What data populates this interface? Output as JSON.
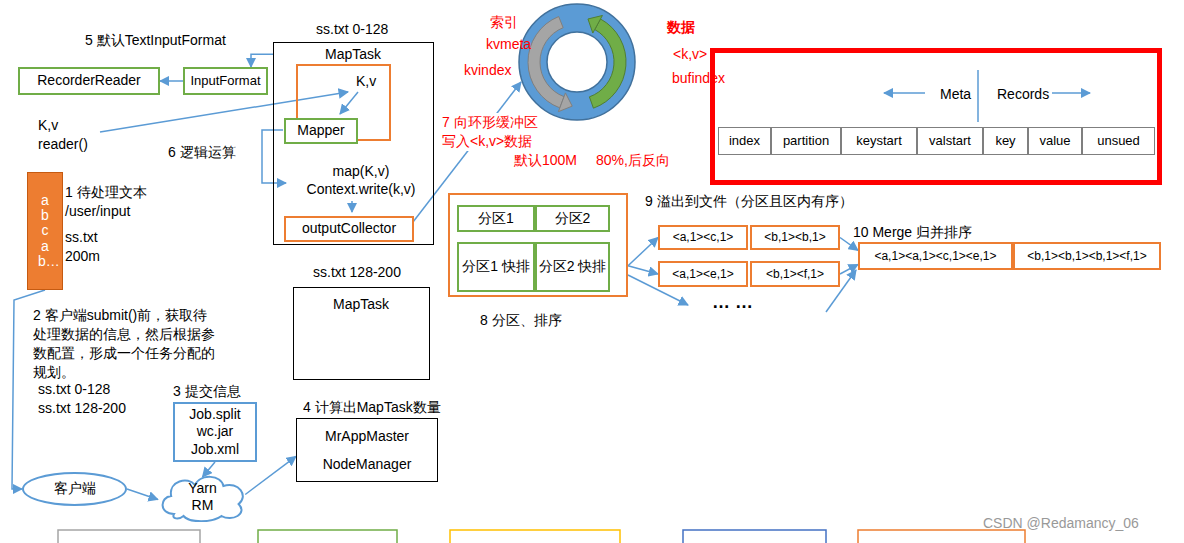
{
  "diagram": {
    "nodes": [
      {
        "text": [
          "RecorderReader"
        ]
      },
      {
        "text": [
          "InputFormat"
        ]
      },
      {
        "text": [
          "ss.txt 0-128",
          "MapTask",
          "map(K,v) Context.write(k,v)"
        ]
      },
      {
        "text": [
          "K,v"
        ],
        "in": 2
      },
      {
        "text": [
          "Mapper"
        ],
        "in": 2
      },
      {
        "text": [
          "outputCollector"
        ],
        "in": 2
      },
      {
        "text": [
          "abcab…"
        ]
      },
      {
        "text": [
          "Job.split wc.jar Job.xml"
        ]
      },
      {
        "text": [
          "ss.txt 128-200",
          "MapTask"
        ]
      },
      {
        "text": [
          "MrAppMaster NodeManager"
        ]
      },
      {
        "text": [
          "客户端"
        ]
      },
      {
        "text": [
          "Yarn RM"
        ]
      },
      {
        "text": [
          "Meta",
          "Records"
        ]
      },
      {
        "text": [
          "index"
        ],
        "in": 12
      },
      {
        "text": [
          "partition"
        ],
        "in": 12
      },
      {
        "text": [
          "keystart"
        ],
        "in": 12
      },
      {
        "text": [
          "valstart"
        ],
        "in": 12
      },
      {
        "text": [
          "key"
        ],
        "in": 12
      },
      {
        "text": [
          "value"
        ],
        "in": 12
      },
      {
        "text": [
          "unsued"
        ],
        "in": 12
      },
      {
        "text": [
          "8 分区、排序"
        ]
      },
      {
        "text": [
          "分区1"
        ],
        "in": 20
      },
      {
        "text": [
          "分区2"
        ],
        "in": 20
      },
      {
        "text": [
          "分区1 快排"
        ],
        "in": 20
      },
      {
        "text": [
          "分区2 快排"
        ],
        "in": 20
      },
      {
        "text": [
          "<a,1><c,1>"
        ]
      },
      {
        "text": [
          "<b,1><b,1>"
        ]
      },
      {
        "text": [
          "<a,1><e,1>"
        ]
      },
      {
        "text": [
          "<b,1><f,1>"
        ]
      },
      {
        "text": [
          "<a,1><a,1><c,1><e,1>"
        ]
      },
      {
        "text": [
          "<b,1><b,1><b,1><f,1>"
        ]
      }
    ],
    "edges": [
      {
        "from": 1,
        "to": 0,
        "arrow": "to"
      },
      {
        "from": 2,
        "to": 1,
        "arrow": "to"
      },
      {
        "from": 20,
        "to": 25,
        "arrow": "to"
      },
      {
        "from": 20,
        "to": 27,
        "arrow": "to"
      },
      {
        "from": 26,
        "to": 29,
        "arrow": "to"
      },
      {
        "from": 28,
        "to": 29,
        "arrow": "to"
      },
      {
        "from": 6,
        "to": 10,
        "arrow": "to"
      },
      {
        "from": 10,
        "to": 11,
        "arrow": "to"
      },
      {
        "from": 7,
        "to": 11,
        "arrow": "to"
      },
      {
        "from": 11,
        "to": 9,
        "arrow": "to"
      }
    ],
    "labels": [
      "5 默认TextInputFormat",
      "K,v reader()",
      "6 逻辑运算",
      "1 待处理文本 /user/input",
      "ss.txt 200m",
      "2 客户端submit()前，获取待处理数据的信息，然后根据参数配置，形成一个任务分配的规划。",
      "ss.txt 0-128",
      "ss.txt 128-200",
      "3 提交信息",
      "4 计算出MapTask数量",
      "索引",
      "kvmeta",
      "kvindex",
      "数据",
      "<k,v>",
      "bufindex",
      "7 向环形缓冲区写入<k,v>数据",
      "默认100M",
      "80%,后反向",
      "9 溢出到文件（分区且区内有序）",
      "… …",
      "10 Merge 归并排序",
      "CSDN @Redamancy_06"
    ]
  }
}
